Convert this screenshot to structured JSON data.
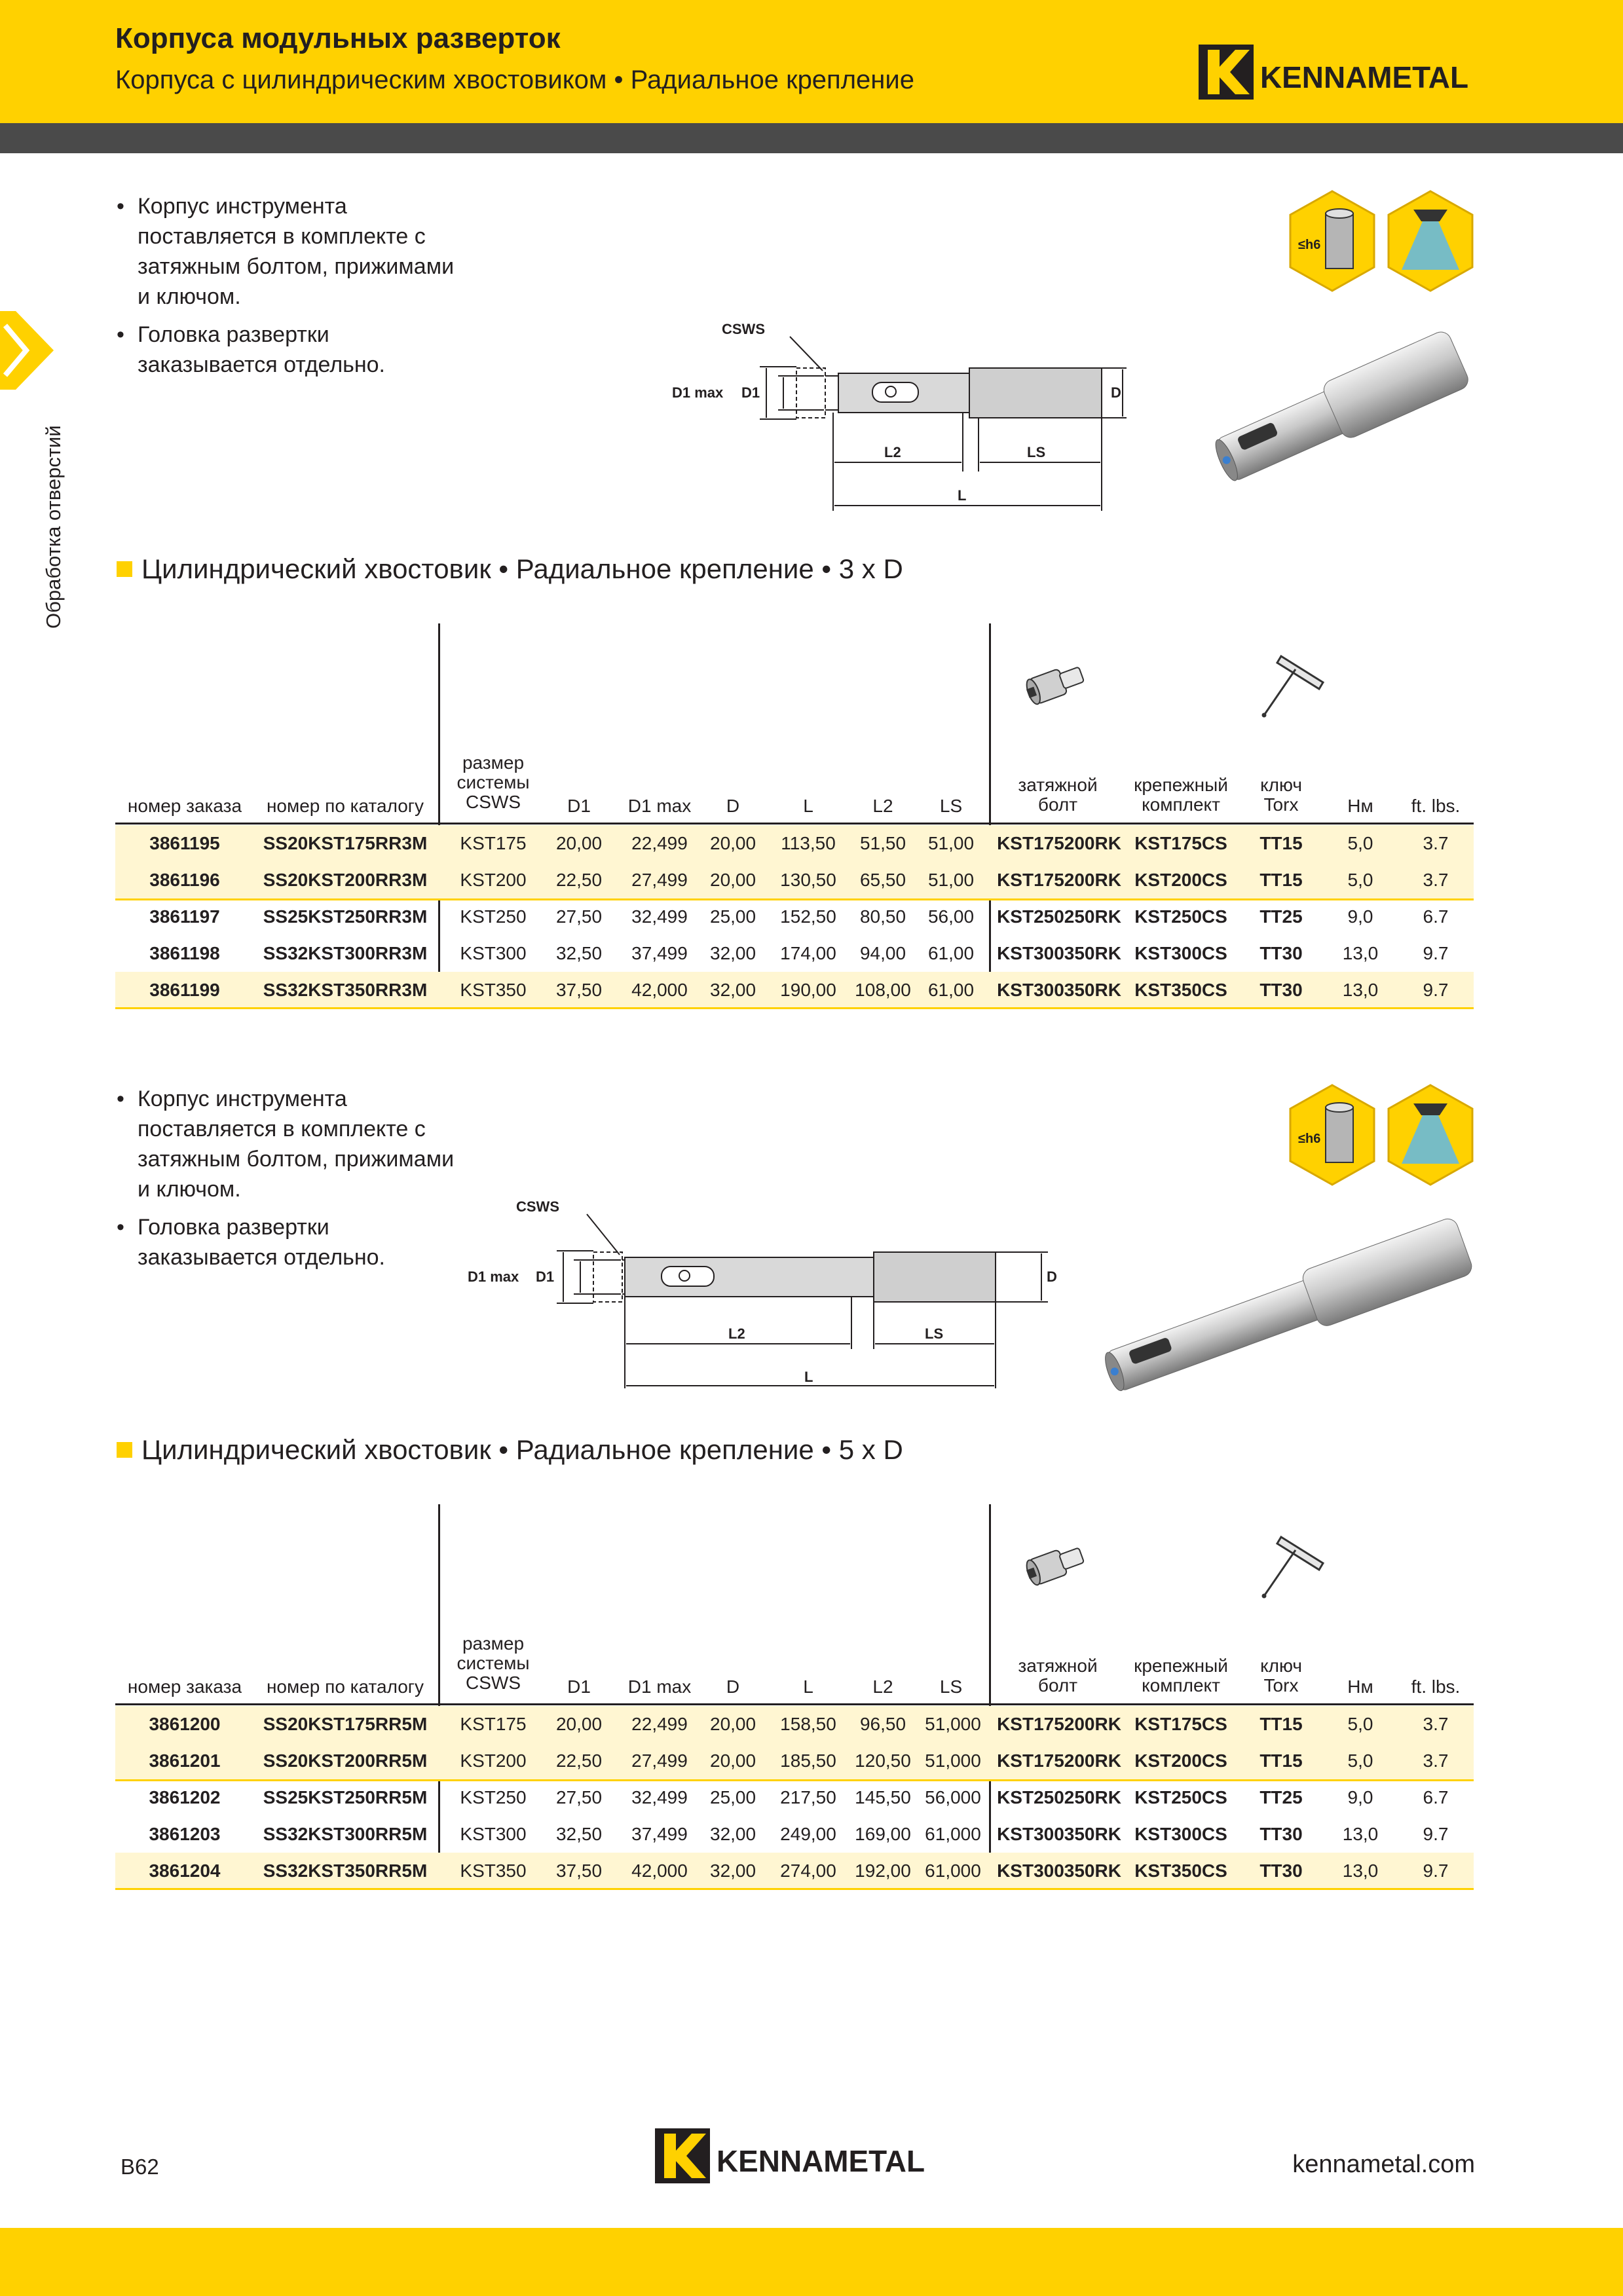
{
  "header": {
    "title": "Корпуса модульных разверток",
    "subtitle": "Корпуса с цилиндрическим хвостовиком • Радиальное крепление",
    "logo_text": "KENNAMETAL"
  },
  "side_tab": {
    "label": "Обработка отверстий"
  },
  "icons": {
    "tolerance_label": "≤h6"
  },
  "colors": {
    "brand_yellow": "#ffd100",
    "dark_bar": "#4a4a4a",
    "row_highlight": "#fff6d2"
  },
  "drawing": {
    "csws": "CSWS",
    "d1max": "D1 max",
    "d1": "D1",
    "d": "D",
    "l2": "L2",
    "ls": "LS",
    "l": "L"
  },
  "sections": [
    {
      "bullets": [
        "Корпус инструмента поставляется в комплекте с затяжным болтом, прижимами и ключом.",
        "Головка развертки заказывается отдельно."
      ],
      "title": "Цилиндрический хвостовик • Радиальное крепление • 3 x D",
      "headers": {
        "order_no": "номер заказа",
        "catalog_no": "номер по каталогу",
        "csws_size": "размер системы CSWS",
        "d1": "D1",
        "d1max": "D1 max",
        "d": "D",
        "l": "L",
        "l2": "L2",
        "ls": "LS",
        "draw_bolt": "затяжной болт",
        "clamp_kit": "крепежный комплект",
        "key": "ключ Torx",
        "nm": "Нм",
        "ftlbs": "ft. lbs."
      },
      "rows": [
        [
          "3861195",
          "SS20KST175RR3M",
          "KST175",
          "20,00",
          "22,499",
          "20,00",
          "113,50",
          "51,50",
          "51,00",
          "KST175200RK",
          "KST175CS",
          "TT15",
          "5,0",
          "3.7"
        ],
        [
          "3861196",
          "SS20KST200RR3M",
          "KST200",
          "22,50",
          "27,499",
          "20,00",
          "130,50",
          "65,50",
          "51,00",
          "KST175200RK",
          "KST200CS",
          "TT15",
          "5,0",
          "3.7"
        ],
        [
          "3861197",
          "SS25KST250RR3M",
          "KST250",
          "27,50",
          "32,499",
          "25,00",
          "152,50",
          "80,50",
          "56,00",
          "KST250250RK",
          "KST250CS",
          "TT25",
          "9,0",
          "6.7"
        ],
        [
          "3861198",
          "SS32KST300RR3M",
          "KST300",
          "32,50",
          "37,499",
          "32,00",
          "174,00",
          "94,00",
          "61,00",
          "KST300350RK",
          "KST300CS",
          "TT30",
          "13,0",
          "9.7"
        ],
        [
          "3861199",
          "SS32KST350RR3M",
          "KST350",
          "37,50",
          "42,000",
          "32,00",
          "190,00",
          "108,00",
          "61,00",
          "KST300350RK",
          "KST350CS",
          "TT30",
          "13,0",
          "9.7"
        ]
      ]
    },
    {
      "bullets": [
        "Корпус инструмента поставляется в комплекте с затяжным болтом, прижимами и ключом.",
        "Головка развертки заказывается отдельно."
      ],
      "title": "Цилиндрический хвостовик • Радиальное крепление • 5 x D",
      "headers": {
        "order_no": "номер заказа",
        "catalog_no": "номер по каталогу",
        "csws_size": "размер системы CSWS",
        "d1": "D1",
        "d1max": "D1 max",
        "d": "D",
        "l": "L",
        "l2": "L2",
        "ls": "LS",
        "draw_bolt": "затяжной болт",
        "clamp_kit": "крепежный комплект",
        "key": "ключ Torx",
        "nm": "Нм",
        "ftlbs": "ft. lbs."
      },
      "rows": [
        [
          "3861200",
          "SS20KST175RR5M",
          "KST175",
          "20,00",
          "22,499",
          "20,00",
          "158,50",
          "96,50",
          "51,000",
          "KST175200RK",
          "KST175CS",
          "TT15",
          "5,0",
          "3.7"
        ],
        [
          "3861201",
          "SS20KST200RR5M",
          "KST200",
          "22,50",
          "27,499",
          "20,00",
          "185,50",
          "120,50",
          "51,000",
          "KST175200RK",
          "KST200CS",
          "TT15",
          "5,0",
          "3.7"
        ],
        [
          "3861202",
          "SS25KST250RR5M",
          "KST250",
          "27,50",
          "32,499",
          "25,00",
          "217,50",
          "145,50",
          "56,000",
          "KST250250RK",
          "KST250CS",
          "TT25",
          "9,0",
          "6.7"
        ],
        [
          "3861203",
          "SS32KST300RR5M",
          "KST300",
          "32,50",
          "37,499",
          "32,00",
          "249,00",
          "169,00",
          "61,000",
          "KST300350RK",
          "KST300CS",
          "TT30",
          "13,0",
          "9.7"
        ],
        [
          "3861204",
          "SS32KST350RR5M",
          "KST350",
          "37,50",
          "42,000",
          "32,00",
          "274,00",
          "192,00",
          "61,000",
          "KST300350RK",
          "KST350CS",
          "TT30",
          "13,0",
          "9.7"
        ]
      ]
    }
  ],
  "footer": {
    "page": "B62",
    "url": "kennametal.com",
    "logo_text": "KENNAMETAL"
  }
}
